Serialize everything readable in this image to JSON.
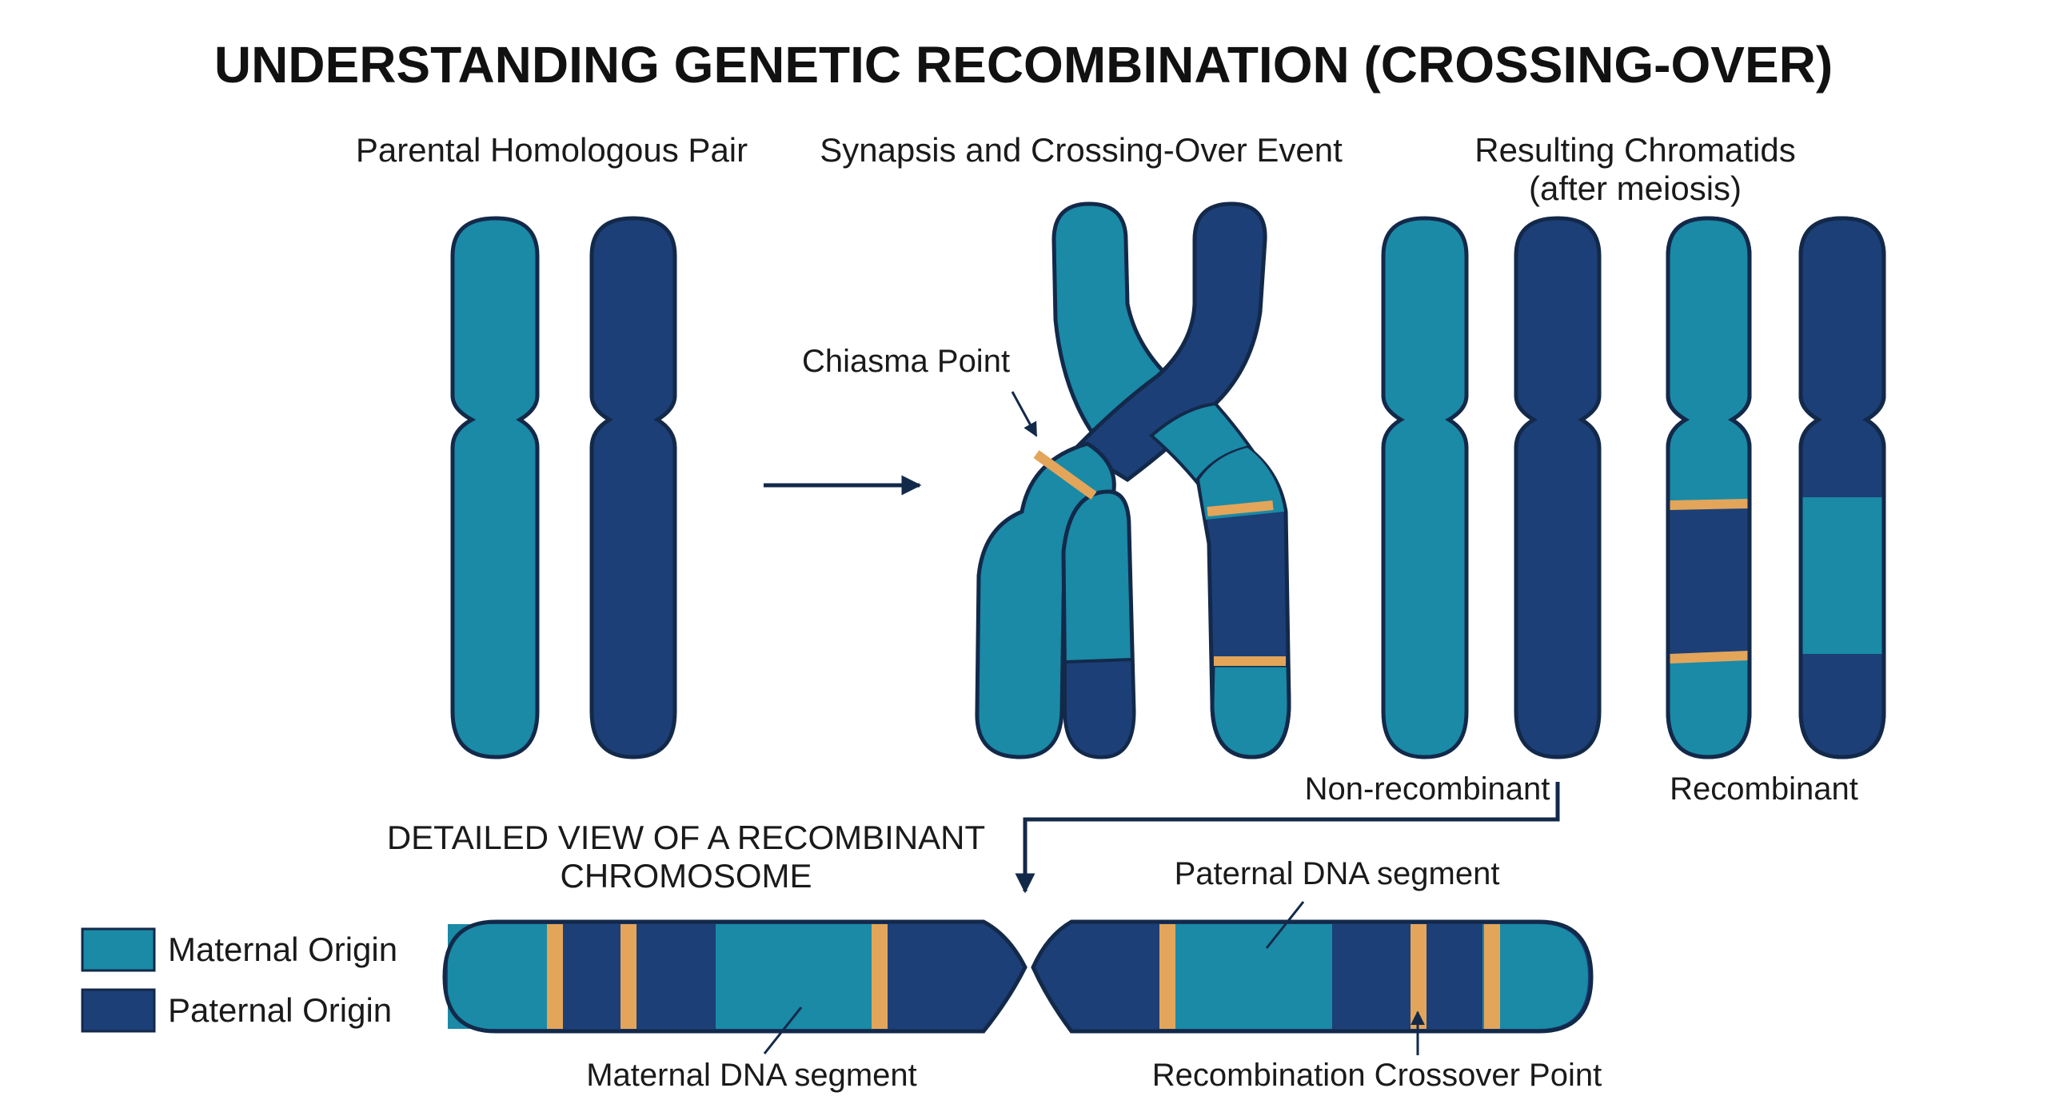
{
  "title": "UNDERSTANDING GENETIC RECOMBINATION (CROSSING-OVER)",
  "headings": {
    "parental": "Parental Homologous Pair",
    "synapsis": "Synapsis and Crossing-Over Event",
    "resulting_line1": "Resulting Chromatids",
    "resulting_line2": "(after meiosis)"
  },
  "labels": {
    "chiasma": "Chiasma Point",
    "non_recombinant": "Non-recombinant",
    "recombinant": "Recombinant",
    "detailed_line1": "DETAILED VIEW OF A RECOMBINANT",
    "detailed_line2": "CHROMOSOME",
    "paternal_segment": "Paternal DNA segment",
    "maternal_segment": "Maternal DNA segment",
    "crossover_point": "Recombination Crossover Point"
  },
  "legend": [
    {
      "label": "Maternal Origin",
      "color": "#1a8aa6"
    },
    {
      "label": "Paternal Origin",
      "color": "#1c3f77"
    }
  ],
  "colors": {
    "maternal": "#1a8aa6",
    "paternal": "#1c3f77",
    "outline": "#13294a",
    "crossover_band": "#e3a55a"
  }
}
